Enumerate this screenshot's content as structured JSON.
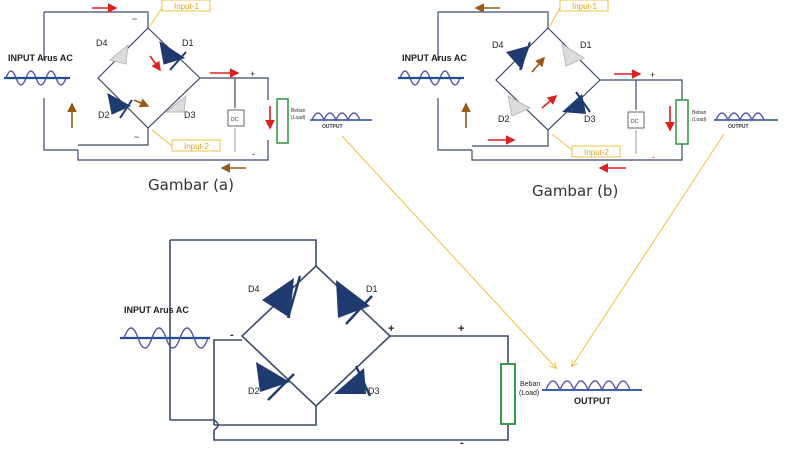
{
  "top_left": {
    "input_label": "INPUT Arus AC",
    "tag1": "Input-1",
    "tag2": "Input-2",
    "d1": "D1",
    "d2": "D2",
    "d3": "D3",
    "d4": "D4",
    "plus": "+",
    "minus": "-",
    "dc": "DC",
    "beban": "Beban",
    "load": "(Load)",
    "output": "OUTPUT",
    "tilde": "~",
    "caption": "Gambar (a)"
  },
  "top_right": {
    "input_label": "INPUT Arus AC",
    "tag1": "Input-1",
    "tag2": "Input-2",
    "d1": "D1",
    "d2": "D2",
    "d3": "D3",
    "d4": "D4",
    "plus": "+",
    "minus": "-",
    "dc": "DC",
    "beban": "Beban",
    "load": "(Load)",
    "output": "OUTPUT",
    "caption": "Gambar (b)"
  },
  "bottom": {
    "input_label": "INPUT Arus AC",
    "d1": "D1",
    "d2": "D2",
    "d3": "D3",
    "d4": "D4",
    "minus_left": "-",
    "plus_right": "+",
    "plus_load": "+",
    "minus_bottom": "-",
    "beban": "Beban",
    "load": "(Load)",
    "output": "OUTPUT"
  },
  "colors": {
    "wire": "#3c4b66",
    "diode_on": "#1f3a6e",
    "diode_off": "#dcdcdc",
    "resistor": "#3a9a4a",
    "arrow_forward": "#e02020",
    "arrow_return": "#9a5a18",
    "tag_border": "#f0c040"
  }
}
